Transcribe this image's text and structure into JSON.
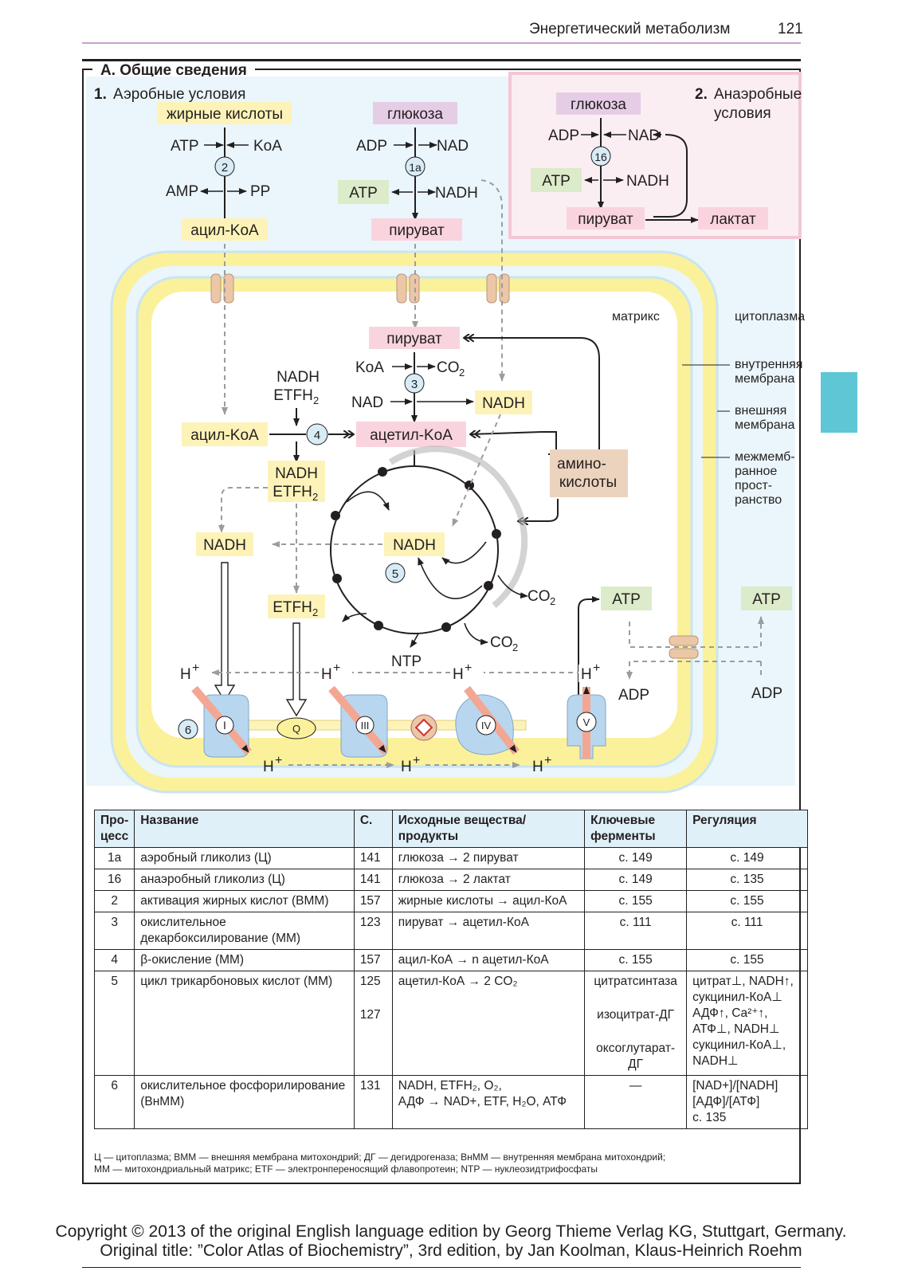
{
  "header": {
    "running_title": "Энергетический метаболизм",
    "page_number": "121"
  },
  "section": {
    "title": "A. Общие сведения"
  },
  "diagram": {
    "aerobic_num": "1.",
    "aerobic_title": "Аэробные условия",
    "anaerobic_num": "2.",
    "anaerobic_title_1": "Анаэробные",
    "anaerobic_title_2": "условия",
    "fatty_acids": "жирные кислоты",
    "glucose": "глюкоза",
    "atp": "ATP",
    "adp": "ADP",
    "amp": "AMP",
    "pp": "PP",
    "coa": "KoA",
    "nad": "NAD",
    "nadh": "NADH",
    "etfh2": "ETFH",
    "sub2": "2",
    "acyl_coa": "ацил-KoA",
    "pyruvate": "пируват",
    "lactate": "лактат",
    "acetyl_coa": "ацетил-KoA",
    "amino_1": "амино-",
    "amino_2": "кислоты",
    "co2": "CO",
    "ntp": "NTP",
    "h_plus": "H",
    "plus": "+",
    "matrix": "матрикс",
    "cytoplasm": "цитоплазма",
    "inner_membrane_1": "внутренняя",
    "inner_membrane_2": "мембрана",
    "outer_membrane_1": "внешняя",
    "outer_membrane_2": "мембрана",
    "intermembrane_1": "межмемб-",
    "intermembrane_2": "ранное",
    "intermembrane_3": "прост-",
    "intermembrane_4": "ранство",
    "n2": "2",
    "n1a": "1a",
    "n16": "16",
    "n3": "3",
    "n4": "4",
    "n5": "5",
    "n6": "6",
    "complex_I": "I",
    "complex_Q": "Q",
    "complex_III": "III",
    "complex_IV": "IV",
    "complex_V": "V"
  },
  "colors": {
    "yellow_box": "#fdf3b8",
    "pink_box": "#f9d4de",
    "lilac_box": "#e6cde6",
    "green_box": "#dcebc9",
    "tan_box": "#ecd3be",
    "membrane": "#fbf19b",
    "cyto_bg": "#eaf6fb",
    "anaerobic_bg": "#fbeef2",
    "circle_fill": "#d7ecf7",
    "complex_fill": "#b9d6ef",
    "arrow_pink": "#f3a793",
    "tab": "#5fc6d6"
  },
  "table": {
    "headers": [
      "Про-цесс",
      "Название",
      "С.",
      "Исходные вещества/ продукты",
      "Ключевые ферменты",
      "Регуляция"
    ],
    "rows": [
      {
        "process": "1a",
        "name": "аэробный гликолиз (Ц)",
        "page": "141",
        "substrates": "глюкоза → 2 пируват",
        "enzymes": [
          "с. 149"
        ],
        "regulation": [
          "с. 149"
        ]
      },
      {
        "process": "16",
        "name": "анаэробный гликолиз (Ц)",
        "page": "141",
        "substrates": "глюкоза → 2 лактат",
        "enzymes": [
          "с. 149"
        ],
        "regulation": [
          "с. 135"
        ]
      },
      {
        "process": "2",
        "name": "активация жирных кислот (ВММ)",
        "page": "157",
        "substrates": "жирные кислоты → ацил-КоА",
        "enzymes": [
          "с. 155"
        ],
        "regulation": [
          "с. 155"
        ]
      },
      {
        "process": "3",
        "name": "окислительное декарбоксилирование (ММ)",
        "page": "123",
        "substrates": "пируват → ацетил-КоА",
        "enzymes": [
          "с. 111"
        ],
        "regulation": [
          "с. 111"
        ]
      },
      {
        "process": "4",
        "name": "β-окисление (ММ)",
        "page": "157",
        "substrates": "ацил-КоА → n ацетил-КоА",
        "enzymes": [
          "с. 155"
        ],
        "regulation": [
          "с. 155"
        ]
      },
      {
        "process": "5",
        "name": "цикл трикарбоновых кислот (ММ)",
        "page": [
          "125",
          "127"
        ],
        "substrates": "ацетил-КоА → 2 CO₂",
        "enzymes": [
          "цитратсинтаза",
          "изоцитрат-ДГ",
          "оксоглутарат-ДГ"
        ],
        "regulation": [
          "цитрат⊥, NADH↑, сукцинил-КоА⊥",
          "АДФ↑, Ca²⁺↑, АТФ⊥, NADH⊥",
          "сукцинил-КоА⊥, NADH⊥"
        ]
      },
      {
        "process": "6",
        "name": "окислительное фосфорилирование (ВнММ)",
        "page": "131",
        "substrates": [
          "NADH, ETFH₂, O₂,",
          "АДФ → NAD+, ETF, H₂O, АТФ"
        ],
        "enzymes": [
          "—"
        ],
        "regulation": [
          "[NAD+]/[NADH]",
          "[АДФ]/[АТФ]",
          "с. 135"
        ]
      }
    ]
  },
  "legend": [
    "Ц — цитоплазма; ВММ — внешняя мембрана митохондрий; ДГ — дегидрогеназа; ВнММ — внутренняя мембрана митохондрий;",
    "ММ — митохондриальный матрикс; ETF — электронпереносящий флавопротеин; NTP — нуклеозидтрифосфаты"
  ],
  "copyright": {
    "line1": "Copyright © 2013 of the original English language edition by Georg Thieme Verlag KG, Stuttgart, Germany.",
    "line2": "Original title: ”Color Atlas of Biochemistry”, 3rd edition, by Jan Koolman, Klaus-Heinrich Roehm"
  }
}
